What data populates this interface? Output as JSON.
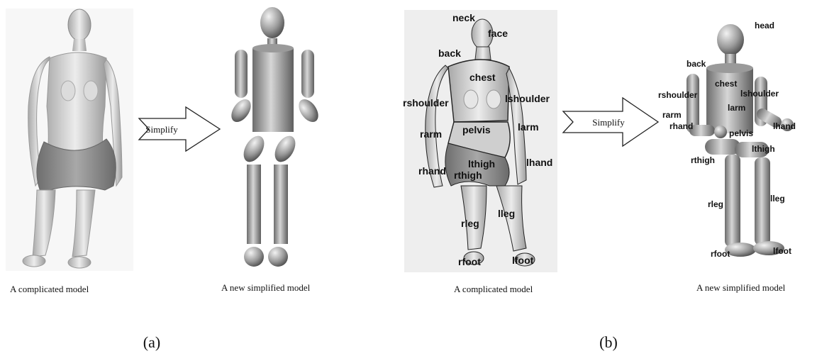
{
  "panel_a": {
    "complicated_caption": "A complicated model",
    "simplified_caption": "A new simplified model",
    "arrow_label": "Simplify",
    "panel_label": "(a)"
  },
  "panel_b": {
    "complicated_caption": "A complicated model",
    "simplified_caption": "A new simplified model",
    "arrow_label": "Simplify",
    "panel_label": "(b)",
    "complicated_labels": {
      "neck": "neck",
      "face": "face",
      "back": "back",
      "chest": "chest",
      "rshoulder": "rshoulder",
      "lshoulder": "lshoulder",
      "pelvis": "pelvis",
      "rarm": "rarm",
      "larm": "larm",
      "lhand": "lhand",
      "rhand": "rhand",
      "rthigh": "rthigh",
      "lthigh": "lthigh",
      "rleg": "rleg",
      "lleg": "lleg",
      "rfoot": "rfoot",
      "lfoot": "lfoot"
    },
    "simplified_labels": {
      "head": "head",
      "back": "back",
      "chest": "chest",
      "rshoulder": "rshoulder",
      "lshoulder": "lshoulder",
      "rarm": "rarm",
      "larm": "larm",
      "rhand": "rhand",
      "lhand": "lhand",
      "pelvis": "pelvis",
      "rthigh": "rthigh",
      "lthigh": "lthigh",
      "rleg": "rleg",
      "lleg": "lleg",
      "rfoot": "rfoot",
      "lfoot": "lfoot"
    }
  },
  "colors": {
    "body_gray": "#c8c8c8",
    "shadow_gray": "#7a7a7a",
    "ink": "#111111"
  }
}
